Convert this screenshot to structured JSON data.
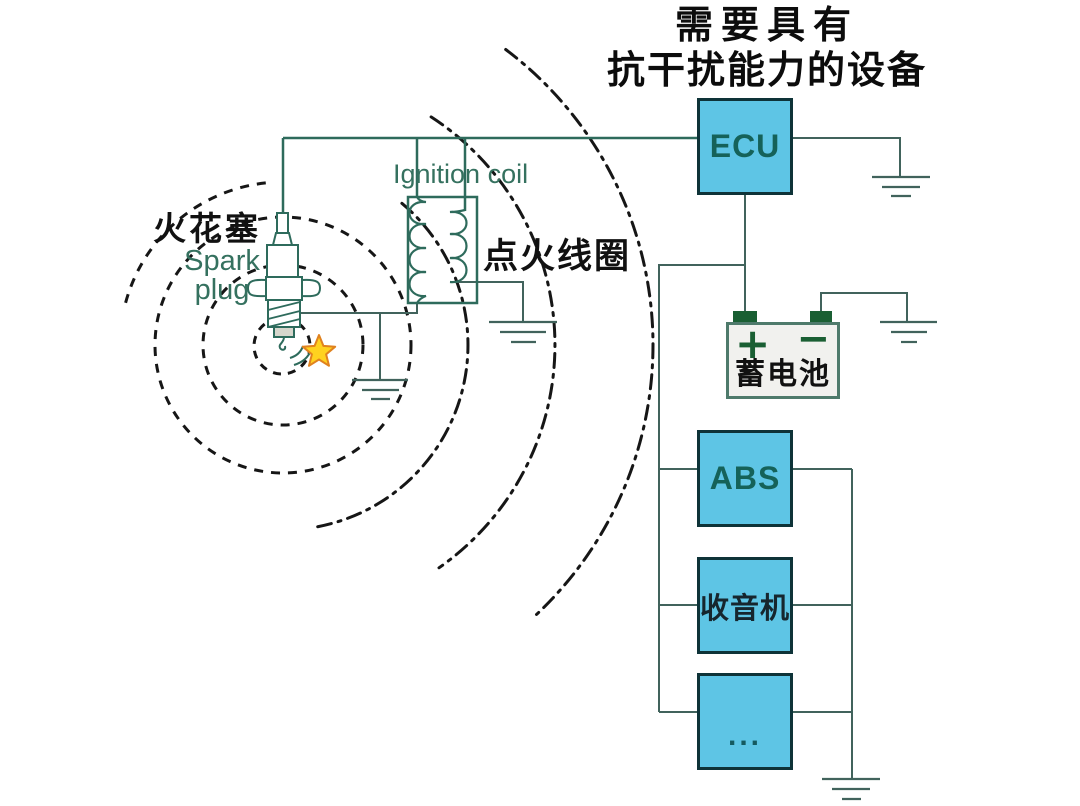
{
  "title": {
    "line1": "需要具有",
    "line2": "抗干扰能力的设备"
  },
  "spark_plug": {
    "label_zh": "火花塞",
    "label_en": "Spark\nplug"
  },
  "ignition_coil": {
    "label_en": "Ignition coil",
    "label_zh": "点火线圈"
  },
  "devices": {
    "ecu": {
      "label": "ECU"
    },
    "battery": {
      "label": "蓄电池",
      "plus": "+",
      "minus": "−"
    },
    "abs": {
      "label": "ABS"
    },
    "radio": {
      "label": "收音机"
    },
    "more": {
      "label": "..."
    }
  },
  "colors": {
    "device_box_fill": "#5ec5e5",
    "device_box_border": "#0e3338",
    "device_text_teal": "#156259",
    "diagram_teal": "#2e6b5c",
    "wire": "#41635c",
    "battery_fill": "#f1f1ee",
    "battery_border": "#4e7a6b",
    "terminal_green": "#1a5f33",
    "emi_arc_black": "#161616",
    "star_fill": "#ffd21f",
    "star_stroke": "#e0821f"
  }
}
